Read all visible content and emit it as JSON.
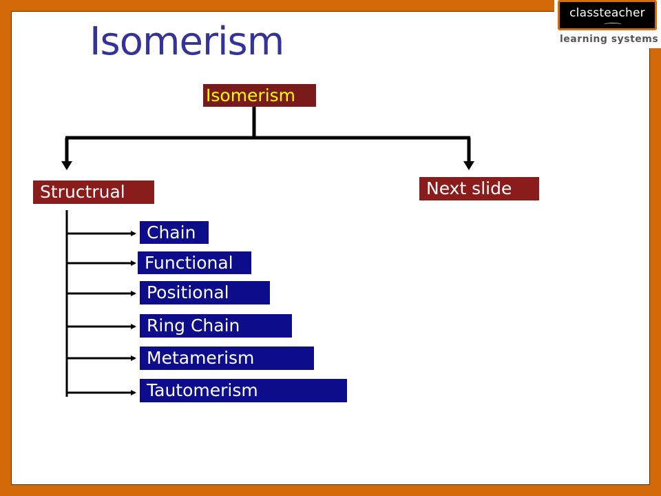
{
  "slide": {
    "title": "Isomerism"
  },
  "logo": {
    "brand": "classteacher",
    "tagline": "learning systems"
  },
  "diagram": {
    "root": "Isomerism",
    "branches": {
      "left": "Structrual",
      "right": "Next slide"
    },
    "sub_types": [
      "Chain",
      "Functional",
      "Positional",
      "Ring Chain",
      "Metamerism",
      "Tautomerism"
    ]
  },
  "colors": {
    "background_border": "#d46a08",
    "title": "#333399",
    "root_fill": "#7a1a1a",
    "root_text": "#ffff00",
    "branch_fill": "#8a1c1c",
    "subtype_fill": "#0d0d8c"
  }
}
